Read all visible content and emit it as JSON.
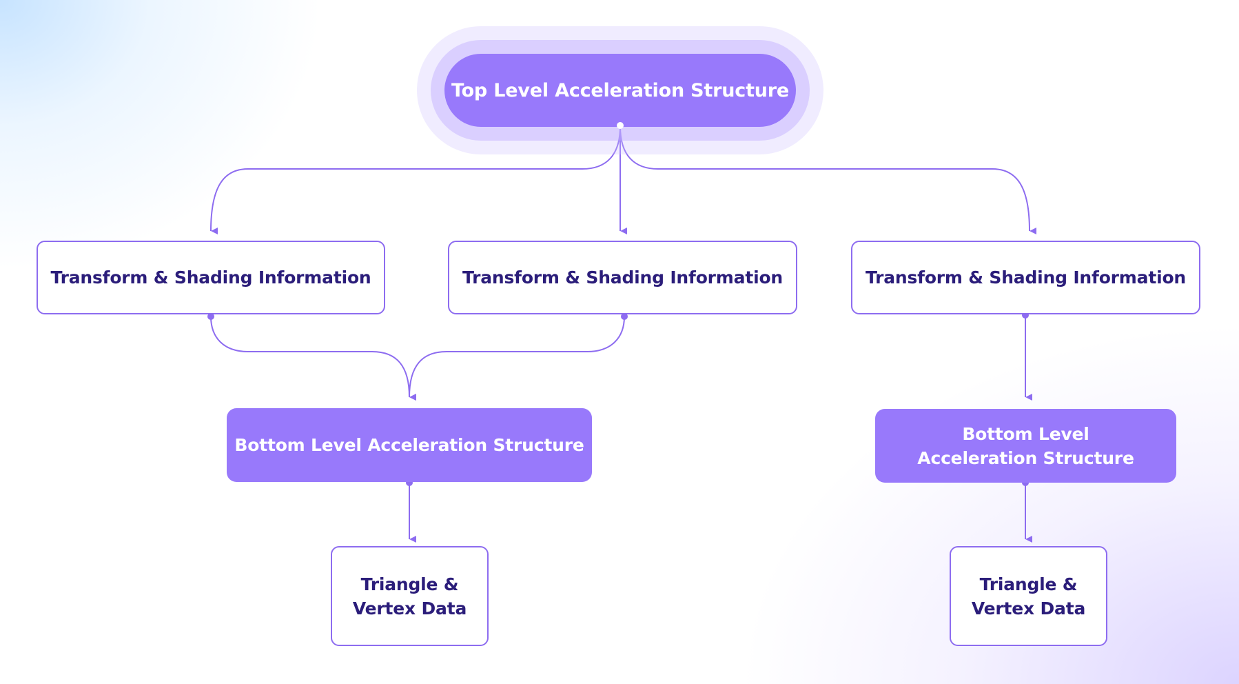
{
  "top": {
    "label": "Top Level Acceleration Structure"
  },
  "transform": [
    {
      "label": "Transform & Shading Information"
    },
    {
      "label": "Transform & Shading Information"
    },
    {
      "label": "Transform & Shading Information"
    }
  ],
  "blas": [
    {
      "label": "Bottom Level Acceleration Structure"
    },
    {
      "label": "Bottom Level Acceleration Structure"
    }
  ],
  "geometry": [
    {
      "label": "Triangle & Vertex Data"
    },
    {
      "label": "Triangle & Vertex Data"
    }
  ],
  "colors": {
    "accent": "#9879fb",
    "connector": "#8d6cf0",
    "text_dark": "#2b1d7a",
    "text_light": "#ffffff"
  }
}
